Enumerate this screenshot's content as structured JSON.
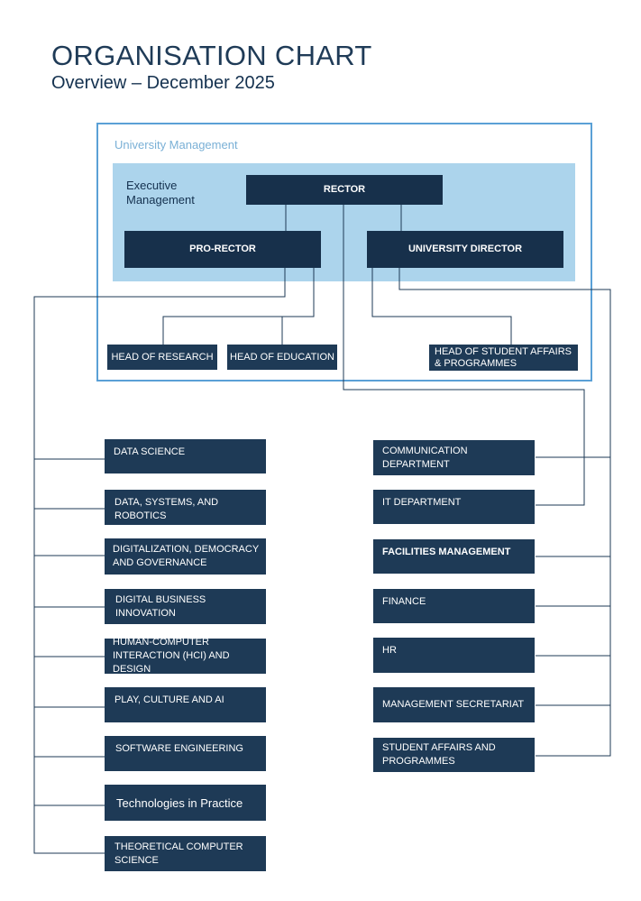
{
  "header": {
    "title": "ORGANISATION CHART",
    "subtitle": "Overview – December 2025"
  },
  "university_management": {
    "label": "University Management",
    "executive_label": "Executive Management",
    "rector": "RECTOR",
    "pro_rector": "PRO-RECTOR",
    "university_director": "UNIVERSITY DIRECTOR",
    "head_of_research": "HEAD OF RESEARCH",
    "head_of_education": "HEAD OF EDUCATION",
    "head_of_student_affairs": "HEAD OF STUDENT AFFAIRS & PROGRAMMES"
  },
  "departments": {
    "research": [
      "DATA SCIENCE",
      "DATA, SYSTEMS, AND ROBOTICS",
      "DIGITALIZATION, DEMOCRACY AND GOVERNANCE",
      "DIGITAL BUSINESS INNOVATION",
      "HUMAN-COMPUTER INTERACTION (HCI) AND DESIGN",
      "PLAY, CULTURE AND AI",
      "SOFTWARE ENGINEERING",
      "Technologies in Practice",
      "THEORETICAL COMPUTER SCIENCE"
    ],
    "administration": [
      "COMMUNICATION DEPARTMENT",
      "IT DEPARTMENT",
      "FACILITIES MANAGEMENT",
      "FINANCE",
      "HR",
      "MANAGEMENT SECRETARIAT",
      "STUDENT AFFAIRS AND PROGRAMMES"
    ]
  },
  "colors": {
    "box": "#1e3a56",
    "band": "#acd4ec",
    "frame": "#5aa0d6"
  }
}
